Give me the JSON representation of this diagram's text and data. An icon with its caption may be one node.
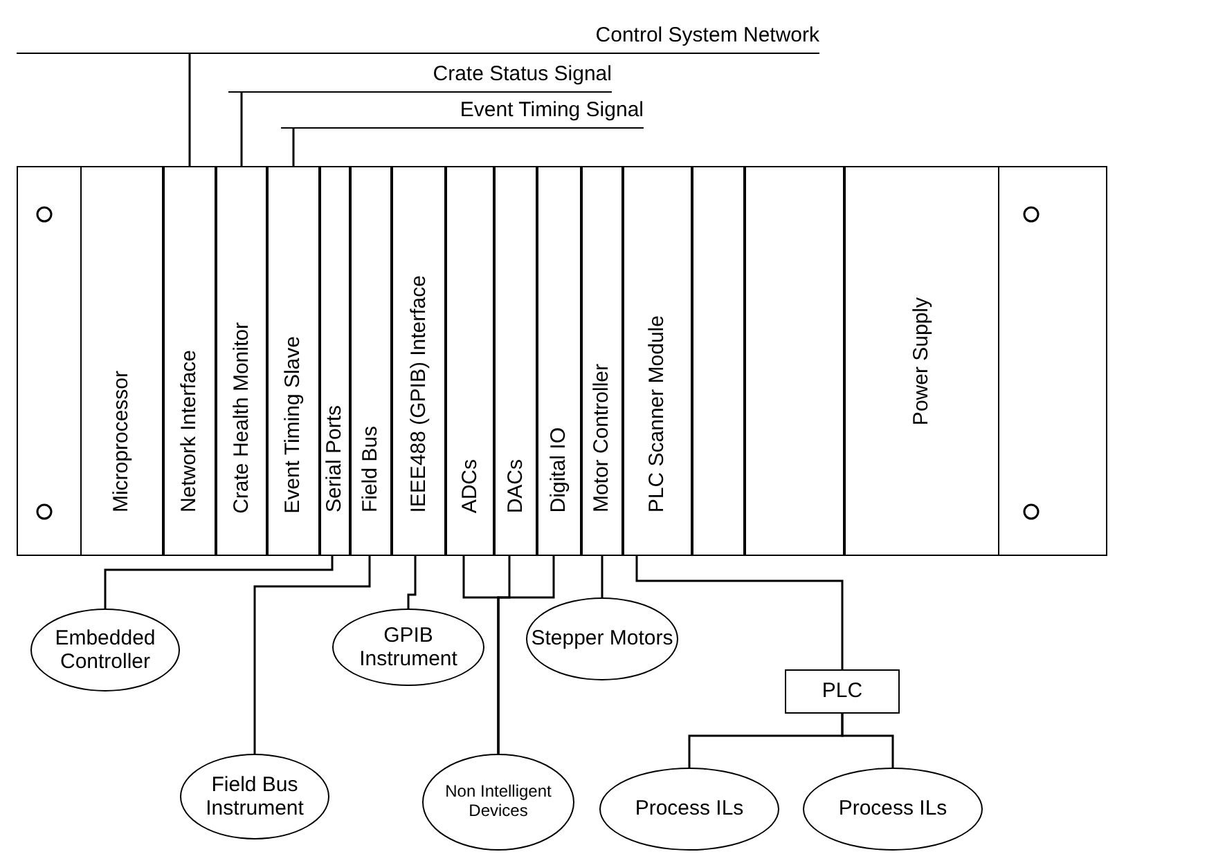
{
  "diagram": {
    "nodes": [
      {
        "text": [],
        "shape": "box"
      },
      {
        "text": [
          "Microprocessor"
        ],
        "in": 0
      },
      {
        "text": [
          "Network Interface"
        ],
        "in": 0
      },
      {
        "text": [
          "Crate Health Monitor"
        ],
        "in": 0
      },
      {
        "text": [
          "Event Timing Slave"
        ],
        "in": 0
      },
      {
        "text": [
          "Serial Ports"
        ],
        "in": 0
      },
      {
        "text": [
          "Field Bus"
        ],
        "in": 0
      },
      {
        "text": [
          "IEEE488 (GPIB) Interface"
        ],
        "in": 0
      },
      {
        "text": [
          "ADCs"
        ],
        "in": 0
      },
      {
        "text": [
          "DACs"
        ],
        "in": 0
      },
      {
        "text": [
          "Digital IO"
        ],
        "in": 0
      },
      {
        "text": [
          "Motor Controller"
        ],
        "in": 0
      },
      {
        "text": [
          "PLC Scanner Module"
        ],
        "in": 0
      },
      {
        "text": [],
        "shape": "box",
        "in": 0
      },
      {
        "text": [],
        "shape": "box",
        "in": 0
      },
      {
        "text": [
          "Power Supply"
        ],
        "in": 0
      },
      {
        "text": [
          "Control System Network"
        ]
      },
      {
        "text": [
          "Crate Status Signal"
        ]
      },
      {
        "text": [
          "Event Timing Signal"
        ]
      },
      {
        "text": [
          "Embedded Controller"
        ]
      },
      {
        "text": [
          "GPIB Instrument"
        ]
      },
      {
        "text": [
          "Stepper Motors"
        ]
      },
      {
        "text": [
          "PLC"
        ]
      },
      {
        "text": [
          "Field Bus Instrument"
        ]
      },
      {
        "text": [
          "Non Intelligent Devices"
        ]
      },
      {
        "text": [
          "Process ILs"
        ]
      },
      {
        "text": [
          "Process ILs"
        ]
      }
    ],
    "edges": [
      {
        "from": 2,
        "to": 16,
        "arrow": "none"
      },
      {
        "from": 3,
        "to": 17,
        "arrow": "none"
      },
      {
        "from": 4,
        "to": 18,
        "arrow": "none"
      },
      {
        "from": 5,
        "to": 19,
        "arrow": "none"
      },
      {
        "from": 6,
        "to": 23,
        "arrow": "none"
      },
      {
        "from": 7,
        "to": 20,
        "arrow": "none"
      },
      {
        "from": 8,
        "to": 24,
        "arrow": "none"
      },
      {
        "from": 9,
        "to": 24,
        "arrow": "none"
      },
      {
        "from": 10,
        "to": 24,
        "arrow": "none"
      },
      {
        "from": 11,
        "to": 21,
        "arrow": "none"
      },
      {
        "from": 12,
        "to": 22,
        "arrow": "none"
      },
      {
        "from": 22,
        "to": 25,
        "arrow": "none"
      },
      {
        "from": 22,
        "to": 26,
        "arrow": "none"
      }
    ]
  }
}
